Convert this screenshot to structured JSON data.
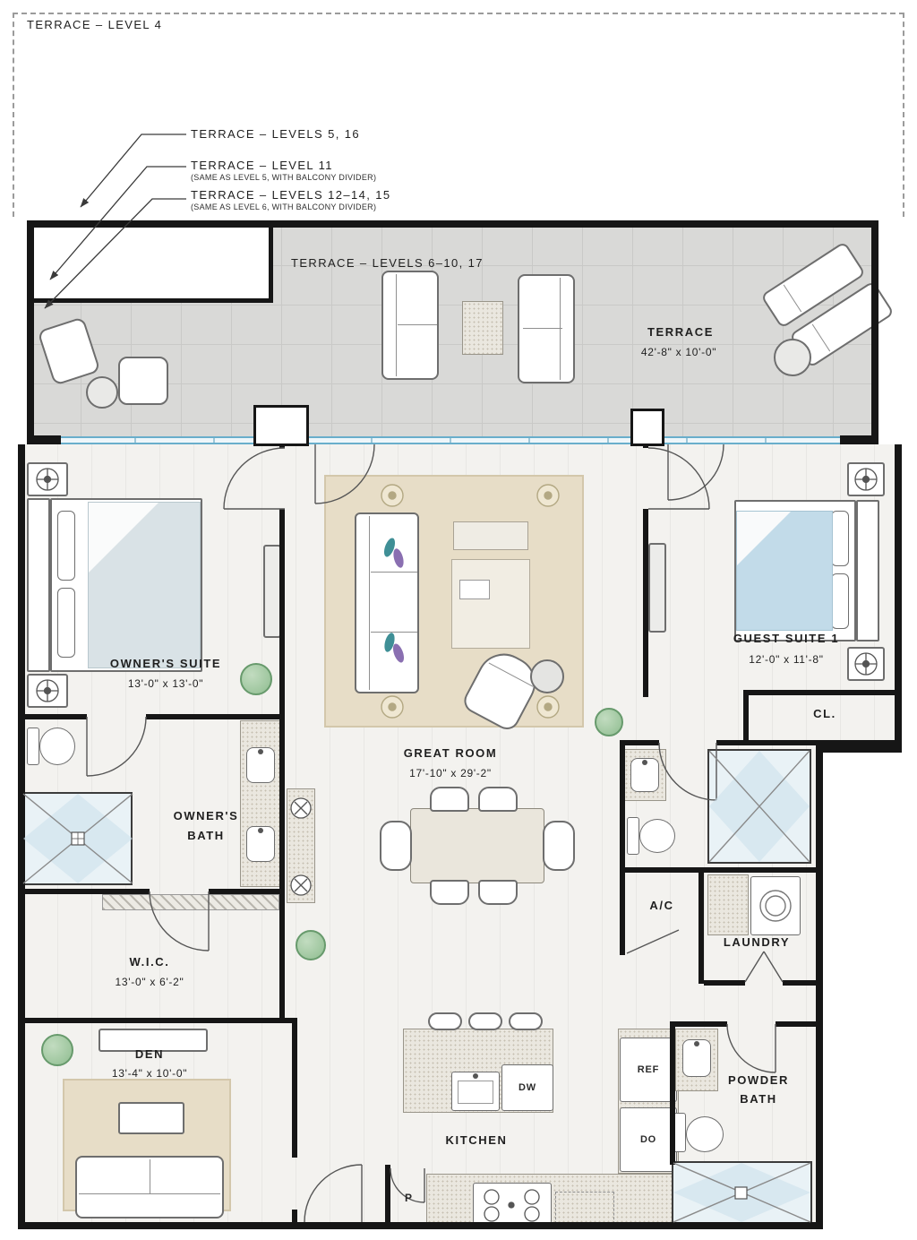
{
  "anno": {
    "level4": "TERRACE – LEVEL 4",
    "l5_16": "TERRACE – LEVELS 5, 16",
    "l11": "TERRACE – LEVEL 11",
    "l11_sub": "(SAME AS LEVEL 5, WITH BALCONY DIVIDER)",
    "l12": "TERRACE – LEVELS 12–14, 15",
    "l12_sub": "(SAME AS LEVEL 6, WITH BALCONY DIVIDER)",
    "l6_17": "TERRACE – LEVELS 6–10, 17"
  },
  "rooms": {
    "terrace": {
      "name": "TERRACE",
      "dims": "42'-8\" x 10'-0\""
    },
    "owners": {
      "name": "OWNER'S SUITE",
      "dims": "13'-0\" x 13'-0\""
    },
    "great": {
      "name": "GREAT ROOM",
      "dims": "17'-10\" x 29'-2\""
    },
    "guest1": {
      "name": "GUEST SUITE 1",
      "dims": "12'-0\" x 11'-8\""
    },
    "cl": {
      "name": "CL."
    },
    "obath": {
      "l1": "OWNER'S",
      "l2": "BATH"
    },
    "wic": {
      "name": "W.I.C.",
      "dims": "13'-0\" x 6'-2\""
    },
    "den": {
      "name": "DEN",
      "dims": "13'-4\" x 10'-0\""
    },
    "kitchen": {
      "name": "KITCHEN"
    },
    "ac": {
      "name": "A/C"
    },
    "laundry": {
      "name": "LAUNDRY"
    },
    "powder": {
      "l1": "POWDER",
      "l2": "BATH"
    }
  },
  "appl": {
    "dw": "DW",
    "ref": "REF",
    "do": "DO",
    "p": "P"
  },
  "colors": {
    "wall": "#161616",
    "window_glass": "#69aecb",
    "terrace_floor": "#d9d9d7",
    "rug": "#e7ddc7",
    "plant": "#8fbd90",
    "shower_tint": "#cfe2ec",
    "blanket_owner": "#d9e2e6",
    "blanket_guest": "#c2dbe9"
  }
}
